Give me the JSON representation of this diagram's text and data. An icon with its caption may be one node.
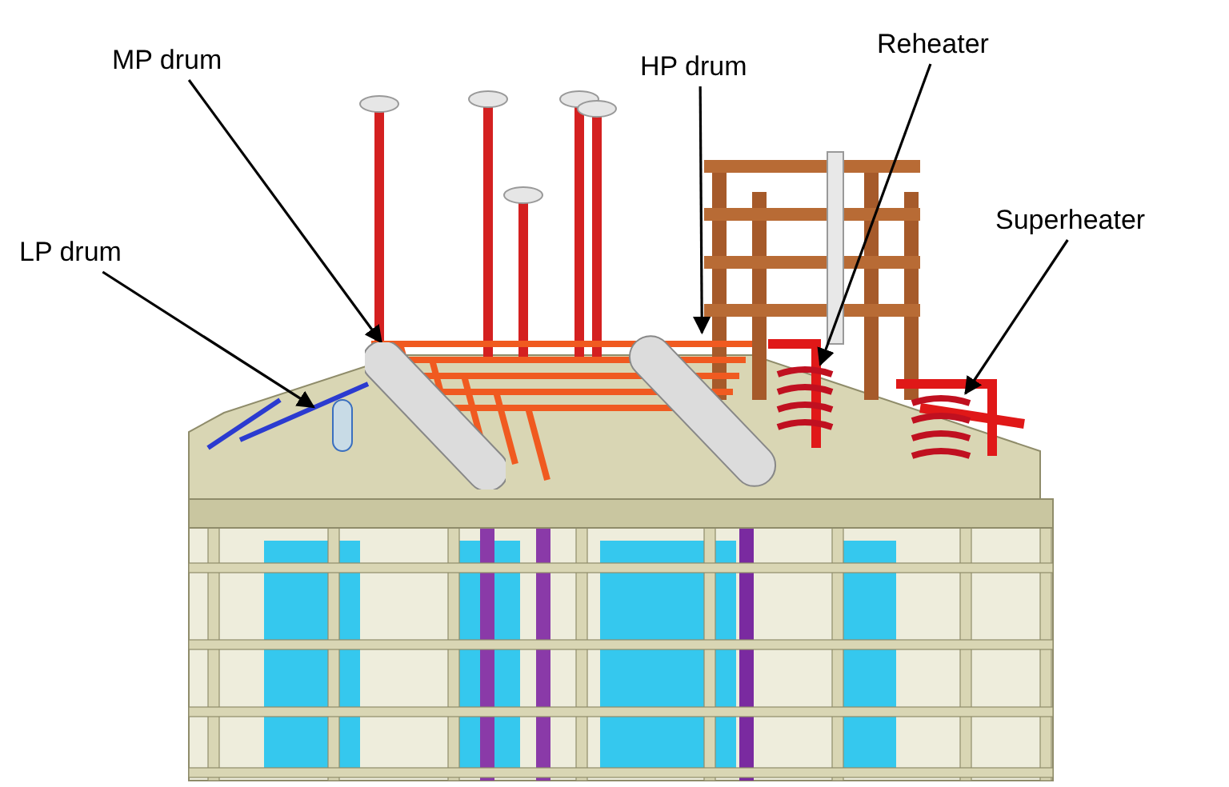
{
  "diagram": {
    "nodes": [
      {
        "text": [
          "MP drum"
        ]
      },
      {
        "text": [
          "HP drum"
        ]
      },
      {
        "text": [
          "Reheater"
        ]
      },
      {
        "text": [
          "LP drum"
        ]
      },
      {
        "text": [
          "Superheater"
        ]
      },
      {
        "text": [],
        "shape": "cylinder"
      },
      {
        "text": [],
        "shape": "cylinder"
      },
      {
        "text": [],
        "shape": "cylinder"
      },
      {
        "text": [],
        "shape": "picture"
      },
      {
        "text": [],
        "shape": "picture"
      }
    ],
    "edges": [
      {
        "from": 0,
        "to": 5,
        "arrow": "to"
      },
      {
        "from": 1,
        "to": 7,
        "arrow": "to"
      },
      {
        "from": 2,
        "to": 8,
        "arrow": "to"
      },
      {
        "from": 3,
        "to": 6,
        "arrow": "to"
      },
      {
        "from": 4,
        "to": 9,
        "arrow": "to"
      }
    ]
  }
}
